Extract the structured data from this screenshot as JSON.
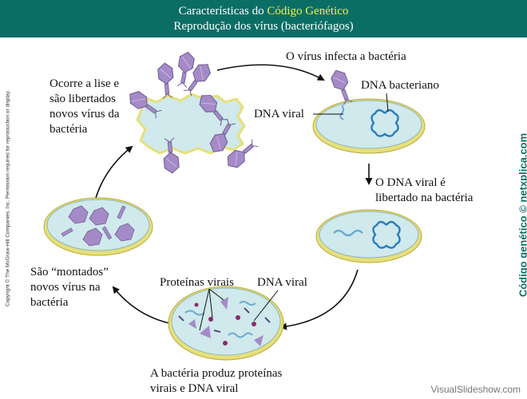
{
  "header": {
    "title_prefix": "Características do ",
    "title_highlight": "Código Genético",
    "subtitle": "Reprodução dos vírus (bacteriófagos)"
  },
  "steps": {
    "infect": "O vírus infecta a bactéria",
    "release": [
      "O DNA viral é",
      "libertado na bactéria"
    ],
    "produce": [
      "A bactéria produz proteínas",
      "virais e DNA viral"
    ],
    "assemble": [
      "São “montados”",
      "novos vírus na",
      "bactéria"
    ],
    "lysis": [
      "Ocorre a lise e",
      "são libertados",
      "novos vírus da",
      "bactéria"
    ]
  },
  "labels": {
    "bacterial_dna": "DNA bacteriano",
    "viral_dna_1": "DNA viral",
    "viral_proteins": "Proteínas virais",
    "viral_dna_2": "DNA viral"
  },
  "side_text": "Código genético © netxplica.com",
  "copyright": "Copyright © The McGraw-Hill Companies, Inc. Permission required for reproduction or display.",
  "footer": "VisualSlideshow.com",
  "colors": {
    "header_bg": "#0b6e66",
    "header_highlight": "#f2ee4a",
    "cell_fill": "#cfe9ec",
    "cell_wall": "#e6e07a",
    "virus": "#a48bc7",
    "bacterial_dna": "#2a7cc0",
    "viral_dna": "#9cc8e0"
  }
}
